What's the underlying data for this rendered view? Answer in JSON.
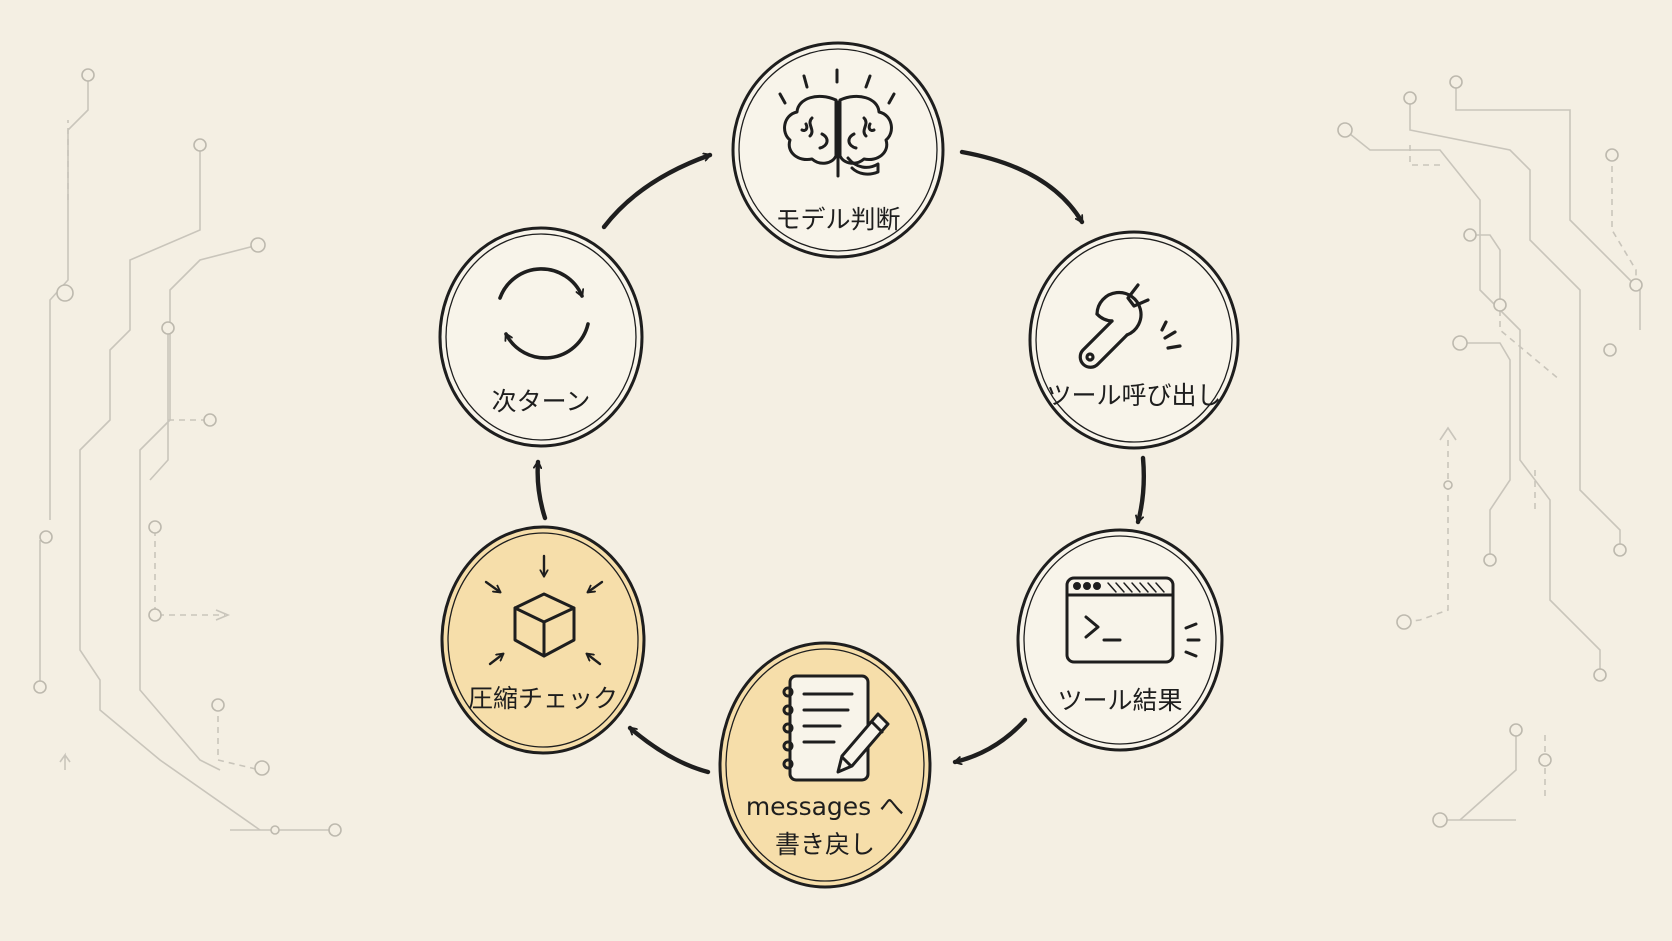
{
  "colors": {
    "background": "#f4efe3",
    "node_fill": "#f8f4ea",
    "highlight_fill": "#f6deaa",
    "ink": "#1e1e1e",
    "circuit": "#c9c5bb"
  },
  "nodes": [
    {
      "id": "model",
      "lines": [
        "モデル判断"
      ],
      "icon": "brain-icon",
      "highlighted": false
    },
    {
      "id": "tool-call",
      "lines": [
        "ツール呼び出し"
      ],
      "icon": "wrench-icon",
      "highlighted": false
    },
    {
      "id": "tool-result",
      "lines": [
        "ツール結果"
      ],
      "icon": "terminal-window-icon",
      "highlighted": false
    },
    {
      "id": "write-back",
      "lines": [
        "messages へ",
        "書き戻し"
      ],
      "icon": "notebook-pencil-icon",
      "highlighted": true
    },
    {
      "id": "compress",
      "lines": [
        "圧縮チェック"
      ],
      "icon": "compress-cube-icon",
      "highlighted": true
    },
    {
      "id": "next-turn",
      "lines": [
        "次ターン"
      ],
      "icon": "refresh-cycle-icon",
      "highlighted": false
    }
  ],
  "flow": [
    "model",
    "tool-call",
    "tool-result",
    "write-back",
    "compress",
    "next-turn",
    "model"
  ]
}
